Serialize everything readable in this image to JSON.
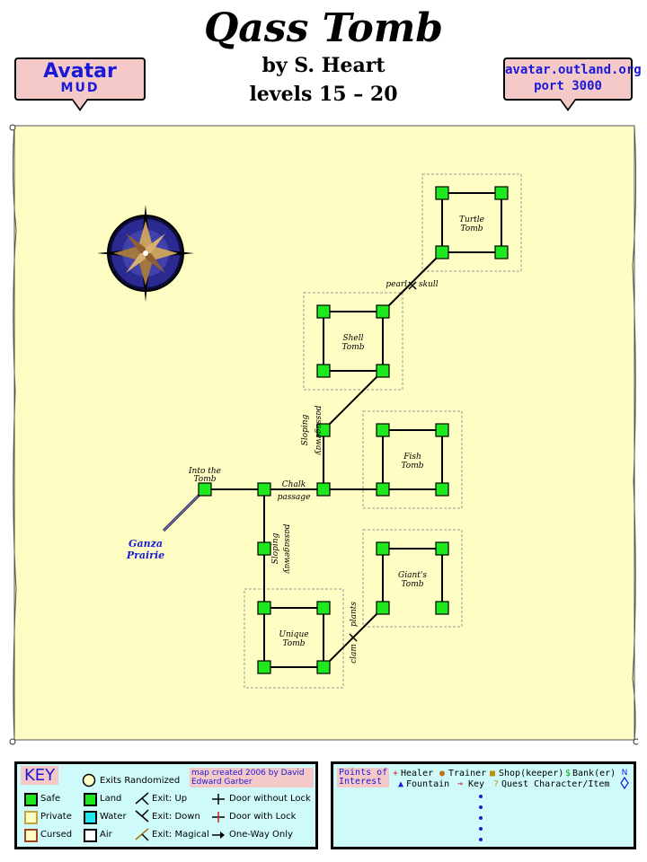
{
  "header": {
    "title": "Qass Tomb",
    "author": "by S. Heart",
    "levels": "levels 15 – 20"
  },
  "banner_left": {
    "line1": "Avatar",
    "line2": "MUD"
  },
  "banner_right": {
    "line1": "avatar.outland.org",
    "line2": "port 3000"
  },
  "rooms": {
    "turtle": [
      "Turtle",
      "Tomb"
    ],
    "shell": [
      "Shell",
      "Tomb"
    ],
    "fish": [
      "Fish",
      "Tomb"
    ],
    "giant": [
      "Giant's",
      "Tomb"
    ],
    "unique": [
      "Unique",
      "Tomb"
    ],
    "entrance": [
      "Into the",
      "Tomb"
    ]
  },
  "exits": {
    "pearl": "pearl",
    "skull": "skull",
    "sloping1": [
      "Sloping",
      "passageway"
    ],
    "chalk": [
      "Chalk",
      "passage"
    ],
    "sloping2": [
      "Sloping",
      "passageway"
    ],
    "clam": "clam",
    "plants": "plants"
  },
  "external": {
    "ganza": [
      "Ganza",
      "Prairie"
    ]
  },
  "key": {
    "title": "KEY",
    "exits_randomized": "Exits Randomized",
    "credit": "map created 2006 by David Edward Garber",
    "safe": "Safe",
    "private": "Private",
    "cursed": "Cursed",
    "land": "Land",
    "water": "Water",
    "air": "Air",
    "exit_up": "Exit: Up",
    "exit_down": "Exit: Down",
    "exit_magical": "Exit: Magical",
    "door_without_lock": "Door without Lock",
    "door_with_lock": "Door with Lock",
    "one_way": "One-Way Only"
  },
  "poi": {
    "title": [
      "Points of",
      "Interest"
    ],
    "healer": "Healer",
    "trainer": "Trainer",
    "shop": "Shop(keeper)",
    "bank": "Bank(er)",
    "fountain": "Fountain",
    "key": "Key",
    "quest": "Quest Character/Item"
  },
  "colors": {
    "parchment": "#fefdc4",
    "room_fill": "#1ee81e",
    "label_blue": "#1919d8",
    "banner_pink": "#f6c9c9",
    "panel_cyan": "#cffafa"
  }
}
